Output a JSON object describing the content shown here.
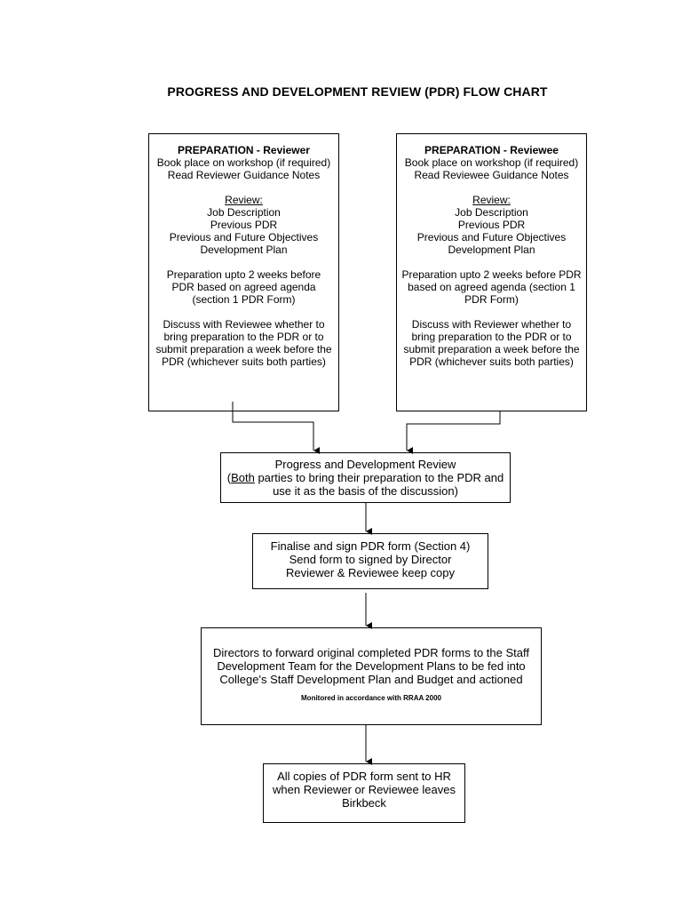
{
  "title": "PROGRESS AND DEVELOPMENT REVIEW (PDR) FLOW CHART",
  "reviewer": {
    "heading_bold": "PREPARATION",
    "heading_rest": " - Reviewer",
    "book": "Book place on workshop (if required)",
    "notes": "Read Reviewer Guidance Notes",
    "review_label": "Review:",
    "items": [
      "Job Description",
      "Previous PDR",
      "Previous and Future Objectives",
      "Development Plan"
    ],
    "prep": "Preparation upto 2 weeks before PDR based on agreed agenda (section 1 PDR Form)",
    "discuss": "Discuss with Reviewee whether to bring preparation to the PDR or to submit preparation a week before the PDR (whichever suits both parties)"
  },
  "reviewee": {
    "heading_bold": "PREPARATION",
    "heading_rest": " - Reviewee",
    "book": "Book place on workshop (if required)",
    "notes": "Read Reviewee Guidance Notes",
    "review_label": "Review:",
    "items": [
      "Job Description",
      "Previous PDR",
      "Previous and Future Objectives",
      "Development Plan"
    ],
    "prep": "Preparation upto 2 weeks before PDR based on agreed agenda (section 1 PDR Form)",
    "discuss": "Discuss with Reviewer whether to bring preparation to the PDR or to submit preparation a week before the PDR (whichever suits both parties)"
  },
  "pdr": {
    "line1": "Progress and Development Review",
    "paren_open": "(",
    "both": "Both",
    "rest": " parties to bring their preparation to the PDR and use it as the basis of the discussion)"
  },
  "finalise": {
    "line1": "Finalise and sign PDR form (Section 4)",
    "line2": "Send form to signed by Director",
    "line3": "Reviewer & Reviewee keep copy"
  },
  "directors": {
    "text": "Directors to forward original completed PDR forms to the Staff Development Team for the Development Plans to be fed into College's Staff Development Plan and Budget and actioned",
    "note": "Monitored in accordance with RRAA 2000"
  },
  "hr": {
    "text": "All copies of PDR form sent to HR when Reviewer or Reviewee leaves Birkbeck"
  }
}
